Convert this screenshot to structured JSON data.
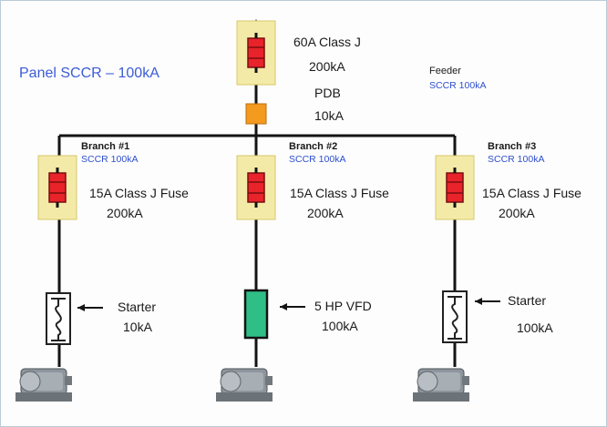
{
  "panel": {
    "sccr_label": "Panel SCCR – 100kA"
  },
  "feeder": {
    "fuse_rating": "60A Class J",
    "fuse_interrupt": "200kA",
    "title": "Feeder",
    "sccr": "SCCR 100kA"
  },
  "pdb": {
    "title": "PDB",
    "rating": "10kA"
  },
  "branches": [
    {
      "title": "Branch #1",
      "sccr": "SCCR 100kA",
      "fuse_rating": "15A Class J Fuse",
      "fuse_interrupt": "200kA",
      "device_label": "Starter",
      "device_rating": "10kA",
      "device_icon": "starter-icon"
    },
    {
      "title": "Branch #2",
      "sccr": "SCCR 100kA",
      "fuse_rating": "15A Class J Fuse",
      "fuse_interrupt": "200kA",
      "device_label": "5 HP VFD",
      "device_rating": "100kA",
      "device_icon": "vfd-icon"
    },
    {
      "title": "Branch #3",
      "sccr": "SCCR 100kA",
      "fuse_rating": "15A Class J Fuse",
      "fuse_interrupt": "200kA",
      "device_label": "Starter",
      "device_rating": "100kA",
      "device_icon": "starter-icon"
    }
  ],
  "colors": {
    "fuse_holder": "#f4eaa8",
    "fuse_body": "#e8232a",
    "pdb": "#f39a1f",
    "vfd": "#2fbf86",
    "title_blue": "#3b5bd6",
    "sccr_blue": "#2e4fd0"
  }
}
